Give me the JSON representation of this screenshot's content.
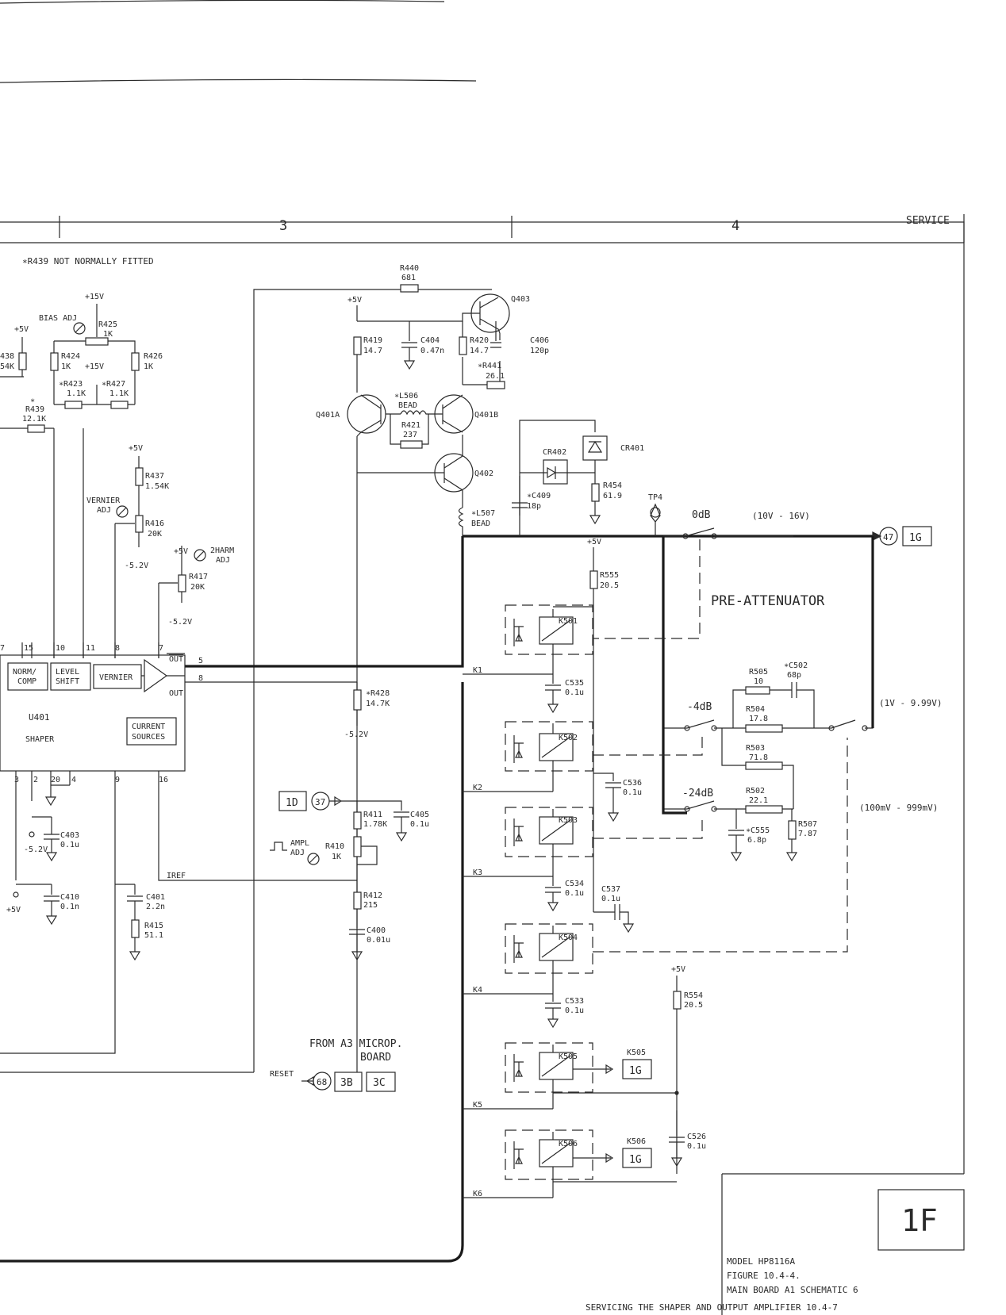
{
  "header": {
    "zone_3": "3",
    "zone_4": "4",
    "service": "SERVICE",
    "note": "∗R439 NOT NORMALLY FITTED"
  },
  "components": {
    "r440": "R440",
    "r440_v": "681",
    "q403": "Q403",
    "q401a": "Q401A",
    "q401b": "Q401B",
    "q402": "Q402",
    "r419": "R419",
    "r419_v": "14.7",
    "c404": "C404",
    "c404_v": "0.47n",
    "r420": "R420",
    "r420_v": "14.7",
    "c406": "C406",
    "c406_v": "120p",
    "r441": "∗R441",
    "r441_v": "26.1",
    "l506": "∗L506",
    "l506_v": "BEAD",
    "r421": "R421",
    "r421_v": "237",
    "l507": "∗L507",
    "l507_v": "BEAD",
    "cr402": "CR402",
    "cr401": "CR401",
    "c409": "∗C409",
    "c409_v": "18p",
    "r454": "R454",
    "r454_v": "61.9",
    "tp4": "TP4",
    "r425": "R425",
    "r425_v": "1K",
    "r424": "R424",
    "r424_v": "1K",
    "r426": "R426",
    "r426_v": "1K",
    "r423": "∗R423",
    "r423_v": "1.1K",
    "r427": "∗R427",
    "r427_v": "1.1K",
    "r439_star": "∗",
    "r439": "R439",
    "r439_v": "12.1K",
    "r438_frag": "438",
    "r438_v_frag": "54K",
    "bias_adj": "BIAS ADJ",
    "r437": "R437",
    "r437_v": "1.54K",
    "vernier_adj_1": "VERNIER",
    "vernier_adj_2": "ADJ",
    "r416": "R416",
    "r416_v": "20K",
    "harm_1": "2HARM",
    "harm_2": "ADJ",
    "r417": "R417",
    "r417_v": "20K",
    "r428": "∗R428",
    "r428_v": "14.7K",
    "u401": "U401",
    "shaper": "SHAPER",
    "norm_1": "NORM/",
    "norm_2": "COMP",
    "level_1": "LEVEL",
    "level_2": "SHIFT",
    "vernier": "VERNIER",
    "current_1": "CURRENT",
    "current_2": "SOURCES",
    "out_bar": "OUT",
    "out": "OUT",
    "c403": "C403",
    "c403_v": "0.1u",
    "c410": "C410",
    "c410_v": "0.1n",
    "c401": "C401",
    "c401_v": "2.2n",
    "r415": "R415",
    "r415_v": "51.1",
    "r411": "R411",
    "r411_v": "1.78K",
    "c405": "C405",
    "c405_v": "0.1u",
    "ampl_1": "AMPL",
    "ampl_2": "ADJ",
    "r410": "R410",
    "r410_v": "1K",
    "r412": "R412",
    "r412_v": "215",
    "c400": "C400",
    "c400_v": "0.01u",
    "iref": "IREF",
    "r555": "R555",
    "r555_v": "20.5",
    "k501": "K501",
    "k502": "K502",
    "k503": "K503",
    "k504": "K504",
    "k505": "K505",
    "k506": "K506",
    "c535": "C535",
    "c535_v": "0.1u",
    "c536": "C536",
    "c536_v": "0.1u",
    "c534": "C534",
    "c534_v": "0.1u",
    "c537": "C537",
    "c537_v": "0.1u",
    "c533": "C533",
    "c533_v": "0.1u",
    "r554": "R554",
    "r554_v": "20.5",
    "c526": "C526",
    "c526_v": "0.1u",
    "r505": "R505",
    "r505_v": "10",
    "c502": "∗C502",
    "c502_v": "68p",
    "r504": "R504",
    "r504_v": "17.8",
    "r503": "R503",
    "r503_v": "71.8",
    "r502": "R502",
    "r502_v": "22.1",
    "r507": "R507",
    "r507_v": "7.87",
    "c555": "∗C555",
    "c555_v": "6.8p",
    "k1": "K1",
    "k2": "K2",
    "k3": "K3",
    "k4": "K4",
    "k5": "K5",
    "k6": "K6",
    "reset": "RESET"
  },
  "supplies": {
    "p5": "+5V",
    "p15": "+15V",
    "m52": "-5.2V"
  },
  "pins": {
    "p7a": "7",
    "p15": "15",
    "p10": "10",
    "p11": "11",
    "p8a": "8",
    "p7b": "7",
    "p5": "5",
    "p8b": "8",
    "p3": "3",
    "p2": "2",
    "p20": "20",
    "p4": "4",
    "p9": "9",
    "p16": "16"
  },
  "attenuator": {
    "odb": "0dB",
    "odb_range": "(10V - 16V)",
    "m4db": "-4dB",
    "m4db_range": "(1V - 9.99V)",
    "m24db": "-24dB",
    "m24db_range": "(100mV - 999mV)",
    "label": "PRE-ATTENUATOR"
  },
  "connectors": {
    "n47": "47",
    "ref_1g": "1G",
    "n37": "37",
    "ref_1d": "1D",
    "n68": "68",
    "ref_3b": "3B",
    "ref_3c": "3C",
    "k505_ref": "1G",
    "k506_ref": "1G"
  },
  "from_board": {
    "line1": "FROM A3 MICROP.",
    "line2": "BOARD"
  },
  "title_block": {
    "sheet": "1F",
    "model": "MODEL HP8116A",
    "figure": "FIGURE 10.4-4.",
    "title": "MAIN BOARD A1 SCHEMATIC 6"
  },
  "footer": "SERVICING THE SHAPER AND OUTPUT AMPLIFIER  10.4-7"
}
